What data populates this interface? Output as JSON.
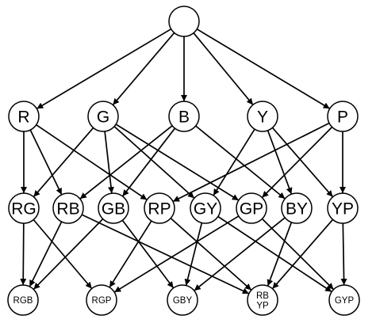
{
  "diagram": {
    "nodes": [
      {
        "id": "root",
        "label": ""
      },
      {
        "id": "R",
        "label": "R"
      },
      {
        "id": "G",
        "label": "G"
      },
      {
        "id": "B",
        "label": "B"
      },
      {
        "id": "Y",
        "label": "Y"
      },
      {
        "id": "P",
        "label": "P"
      },
      {
        "id": "RG",
        "label": "RG"
      },
      {
        "id": "RB",
        "label": "RB"
      },
      {
        "id": "GB",
        "label": "GB"
      },
      {
        "id": "RP",
        "label": "RP"
      },
      {
        "id": "GY",
        "label": "GY"
      },
      {
        "id": "GP",
        "label": "GP"
      },
      {
        "id": "BY",
        "label": "BY"
      },
      {
        "id": "YP",
        "label": "YP"
      },
      {
        "id": "RGB",
        "label": "RGB"
      },
      {
        "id": "RGP",
        "label": "RGP"
      },
      {
        "id": "GBY",
        "label": "GBY"
      },
      {
        "id": "RBYP",
        "label": "RB YP"
      },
      {
        "id": "GYP",
        "label": "GYP"
      }
    ],
    "edges": [
      [
        "root",
        "R"
      ],
      [
        "root",
        "G"
      ],
      [
        "root",
        "B"
      ],
      [
        "root",
        "Y"
      ],
      [
        "root",
        "P"
      ],
      [
        "R",
        "RG"
      ],
      [
        "R",
        "RB"
      ],
      [
        "R",
        "RP"
      ],
      [
        "G",
        "RG"
      ],
      [
        "G",
        "GB"
      ],
      [
        "G",
        "GY"
      ],
      [
        "G",
        "GP"
      ],
      [
        "B",
        "RB"
      ],
      [
        "B",
        "GB"
      ],
      [
        "B",
        "BY"
      ],
      [
        "Y",
        "GY"
      ],
      [
        "Y",
        "BY"
      ],
      [
        "Y",
        "YP"
      ],
      [
        "P",
        "RP"
      ],
      [
        "P",
        "GP"
      ],
      [
        "P",
        "YP"
      ],
      [
        "RG",
        "RGB"
      ],
      [
        "RG",
        "RGP"
      ],
      [
        "RB",
        "RGB"
      ],
      [
        "RB",
        "RBYP"
      ],
      [
        "GB",
        "RGB"
      ],
      [
        "GB",
        "GBY"
      ],
      [
        "RP",
        "RGP"
      ],
      [
        "RP",
        "RBYP"
      ],
      [
        "GY",
        "GBY"
      ],
      [
        "GY",
        "GYP"
      ],
      [
        "GP",
        "RGP"
      ],
      [
        "GP",
        "GYP"
      ],
      [
        "BY",
        "GBY"
      ],
      [
        "BY",
        "RBYP"
      ],
      [
        "YP",
        "RBYP"
      ],
      [
        "YP",
        "GYP"
      ]
    ]
  }
}
